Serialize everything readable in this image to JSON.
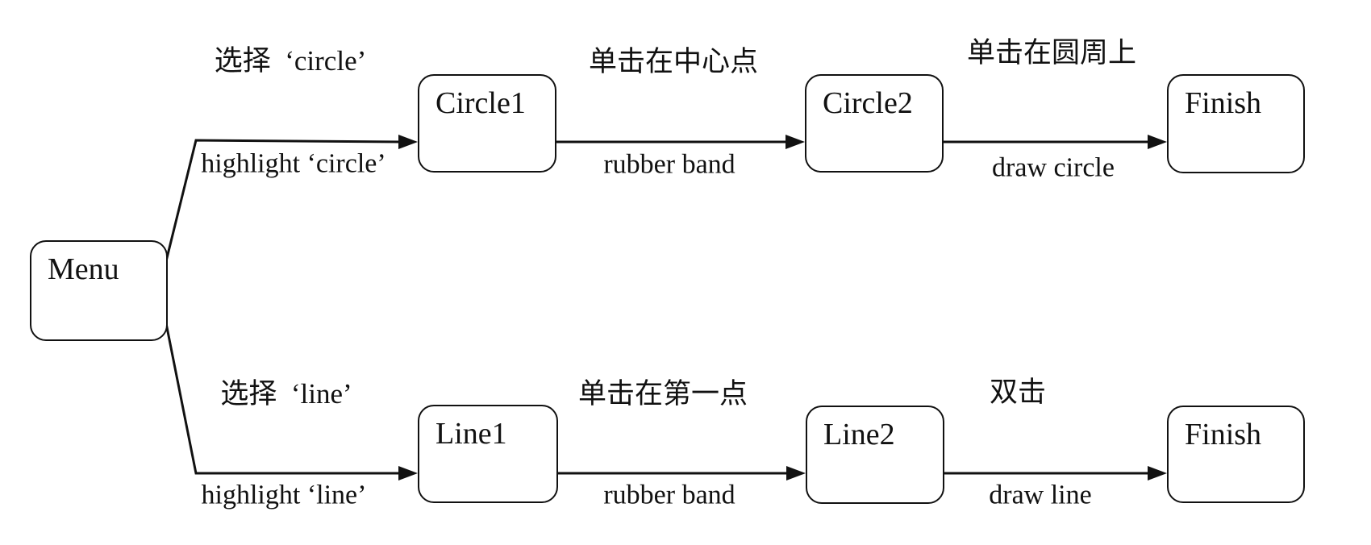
{
  "diagram": {
    "type": "state-transition-diagram",
    "colors": {
      "stroke": "#111111",
      "background": "#ffffff",
      "text": "#111111"
    },
    "nodes": {
      "menu": {
        "label": "Menu"
      },
      "circle1": {
        "label": "Circle1"
      },
      "circle2": {
        "label": "Circle2"
      },
      "finish_top": {
        "label": "Finish"
      },
      "line1": {
        "label": "Line1"
      },
      "line2": {
        "label": "Line2"
      },
      "finish_bottom": {
        "label": "Finish"
      }
    },
    "edges": {
      "menu_to_circle1": {
        "event": "选择  ‘circle’",
        "action": "highlight ‘circle’"
      },
      "circle1_to_circle2": {
        "event": "单击在中心点",
        "action": "rubber band"
      },
      "circle2_to_finish": {
        "event": "单击在圆周上",
        "action": "draw circle"
      },
      "menu_to_line1": {
        "event": "选择  ‘line’",
        "action": "highlight ‘line’"
      },
      "line1_to_line2": {
        "event": "单击在第一点",
        "action": "rubber band"
      },
      "line2_to_finish": {
        "event": "双击",
        "action": "draw line"
      }
    }
  }
}
